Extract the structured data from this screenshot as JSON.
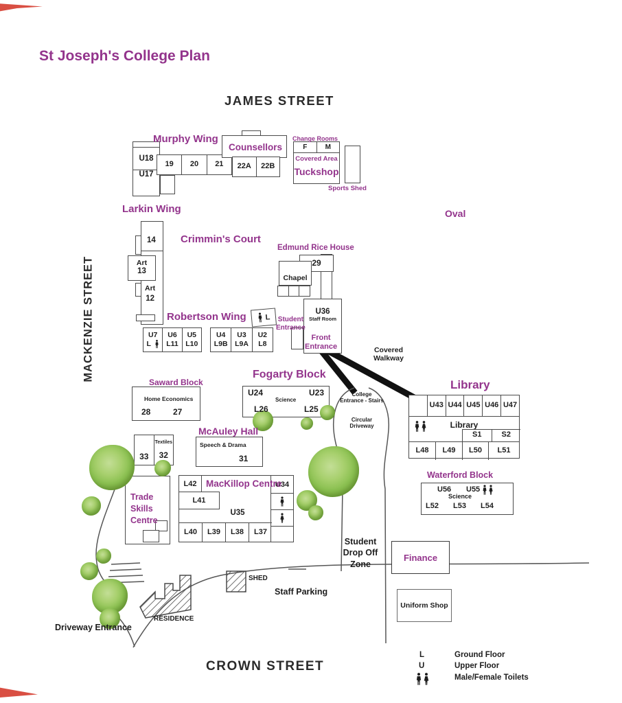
{
  "title": "St Joseph's College Plan",
  "streets": {
    "top": "JAMES STREET",
    "left": "MACKENZIE STREET",
    "bottom": "CROWN STREET"
  },
  "labels": {
    "oval": "Oval",
    "crimmins_court": "Crimmin's Court",
    "covered_walkway_lines": [
      "Covered",
      "Walkway"
    ],
    "student_drop_off_lines": [
      "Student",
      "Drop Off",
      "Zone"
    ],
    "staff_parking": "Staff Parking",
    "driveway_entrance": "Driveway Entrance",
    "residence": "RESIDENCE",
    "shed": "SHED"
  },
  "murphy": {
    "label": "Murphy Wing",
    "counsellors": "Counsellors",
    "u18": "U18",
    "u17": "U17",
    "rooms": [
      "19",
      "20",
      "21"
    ],
    "rooms_right": [
      "22A",
      "22B"
    ]
  },
  "change_rooms": {
    "label": "Change Rooms",
    "f": "F",
    "m": "M",
    "covered_area": "Covered Area",
    "tuckshop": "Tuckshop"
  },
  "sports_shed": "Sports Shed",
  "larkin": {
    "label": "Larkin Wing",
    "r14": "14",
    "art13": [
      "Art",
      "13"
    ],
    "art12": [
      "Art",
      "12"
    ]
  },
  "edmund": {
    "label": "Edmund Rice House",
    "r29": "29",
    "chapel": "Chapel",
    "u36": "U36",
    "staff_room": "Staff Room",
    "front_entrance": [
      "Front",
      "Entrance"
    ],
    "student_entrance": [
      "Student",
      "Entrance"
    ],
    "toilet_letter": "L"
  },
  "robertson": {
    "label": "Robertson Wing",
    "toilet_letter": "L",
    "cells": [
      {
        "u": "U7",
        "l": "L"
      },
      {
        "u": "U6",
        "l": "L11"
      },
      {
        "u": "U5",
        "l": "L10"
      },
      {
        "u": "U4",
        "l": "L9B"
      },
      {
        "u": "U3",
        "l": "L9A"
      },
      {
        "u": "U2",
        "l": "L8"
      }
    ]
  },
  "saward": {
    "label": "Saward Block",
    "home_economics": "Home Economics",
    "r28": "28",
    "r27": "27"
  },
  "fogarty": {
    "label": "Fogarty Block",
    "u24": "U24",
    "u23": "U23",
    "science": "Science",
    "l26": "L26",
    "l25": "L25"
  },
  "driveway": {
    "college_entrance_lines": [
      "College",
      "Entrance - Stairs"
    ],
    "circular_lines": [
      "Circular",
      "Driveway"
    ]
  },
  "library": {
    "label": "Library",
    "middle": "Library",
    "s1": "S1",
    "s2": "S2",
    "top_row": [
      "U43",
      "U44",
      "U45",
      "U46",
      "U47"
    ],
    "bottom_row": [
      "L48",
      "L49",
      "L50",
      "L51"
    ]
  },
  "mcauley": {
    "label": "McAuley Hall",
    "speech_drama": "Speech & Drama",
    "r31": "31"
  },
  "textiles": {
    "label": "Textiles",
    "r33": "33",
    "r32": "32"
  },
  "trade_skills": {
    "lines": [
      "Trade",
      "Skills",
      "Centre"
    ]
  },
  "mackillop": {
    "label": "MacKillop Centre",
    "l42": "L42",
    "l41": "L41",
    "u35": "U35",
    "u34": "U34",
    "bottom_row": [
      "L40",
      "L39",
      "L38",
      "L37"
    ]
  },
  "waterford": {
    "label": "Waterford Block",
    "u56": "U56",
    "u55": "U55",
    "science": "Science",
    "l52": "L52",
    "l53": "L53",
    "l54": "L54"
  },
  "finance": "Finance",
  "uniform_shop": "Uniform Shop",
  "legend": {
    "l_key": "L",
    "l_desc": "Ground Floor",
    "u_key": "U",
    "u_desc": "Upper Floor",
    "toilets_desc": "Male/Female Toilets"
  },
  "colors": {
    "accent_purple": "#93348C",
    "tree_green": "#8cc152",
    "walkway_black": "#111111",
    "accent_red": "#d94f43"
  }
}
